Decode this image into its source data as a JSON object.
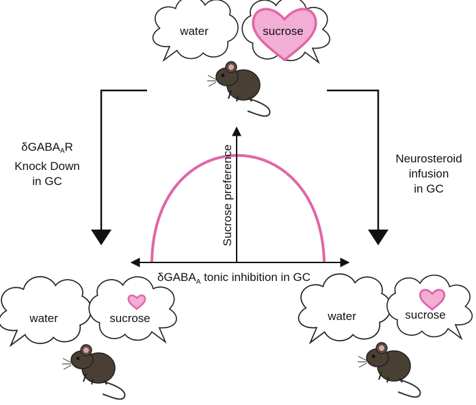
{
  "colors": {
    "curve": "#e066a6",
    "heart_fill": "#f2aed4",
    "heart_stroke": "#e066a6",
    "mouse_body": "#4a3f33",
    "axis": "#111111"
  },
  "icons": [
    "cloud-icon",
    "heart-icon",
    "mouse-icon",
    "arrow-down-icon"
  ],
  "top": {
    "cloud_left": "water",
    "cloud_right": "sucrose"
  },
  "bottom_left": {
    "cloud_left": "water",
    "cloud_right": "sucrose"
  },
  "bottom_right": {
    "cloud_left": "water",
    "cloud_right": "sucrose"
  },
  "left_label": {
    "line1_pre": "δGABA",
    "line1_sub": "A",
    "line1_post": "R",
    "line2": "Knock Down",
    "line3": "in GC"
  },
  "right_label": {
    "line1": "Neurosteroid",
    "line2": "infusion",
    "line3": "in GC"
  },
  "chart_data": {
    "type": "line",
    "shape": "inverted-U",
    "y_axis_label": "Sucrose preference",
    "x_axis_label_pre": "δGABA",
    "x_axis_label_sub": "A",
    "x_axis_label_post": " tonic inhibition in GC",
    "x_axis": "bidirectional",
    "grid": false
  }
}
